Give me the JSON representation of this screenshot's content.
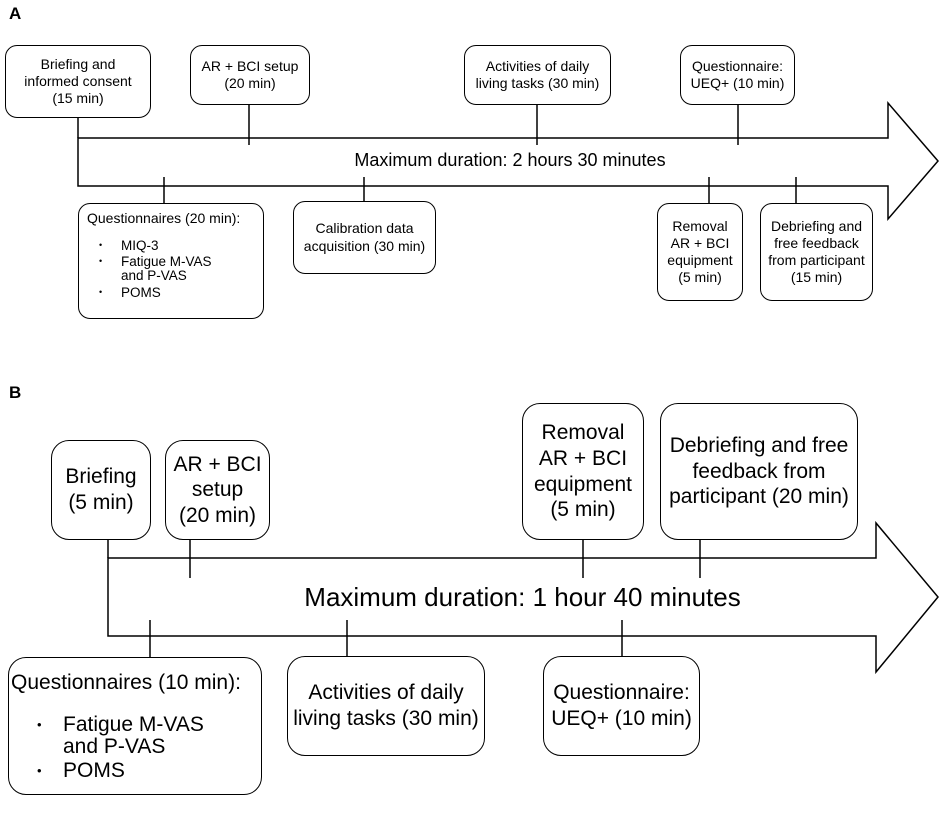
{
  "panels": {
    "a": {
      "label": "A",
      "duration": "Maximum duration: 2 hours 30 minutes",
      "top_boxes": [
        "Briefing and\ninformed consent\n(15 min)",
        "AR + BCI setup\n(20 min)",
        "Activities of daily\nliving tasks (30 min)",
        "Questionnaire:\nUEQ+ (10 min)"
      ],
      "questionnaires": {
        "title": "Questionnaires (20 min):",
        "items": [
          "MIQ-3",
          "Fatigue M-VAS\nand P-VAS",
          "POMS"
        ]
      },
      "bottom_boxes": [
        "Calibration data\nacquisition (30 min)",
        "Removal\nAR + BCI\nequipment\n(5 min)",
        "Debriefing and\nfree feedback\nfrom participant\n(15 min)"
      ]
    },
    "b": {
      "label": "B",
      "duration": "Maximum duration: 1 hour 40 minutes",
      "top_boxes": [
        "Briefing\n(5 min)",
        "AR + BCI\nsetup\n(20 min)",
        "Removal\nAR + BCI\nequipment\n(5 min)",
        "Debriefing and free\nfeedback from\nparticipant (20 min)"
      ],
      "questionnaires": {
        "title": "Questionnaires (10 min):",
        "items": [
          "Fatigue M-VAS\nand P-VAS",
          "POMS"
        ]
      },
      "bottom_boxes": [
        "Activities of daily\nliving tasks (30 min)",
        "Questionnaire:\nUEQ+ (10 min)"
      ]
    }
  }
}
